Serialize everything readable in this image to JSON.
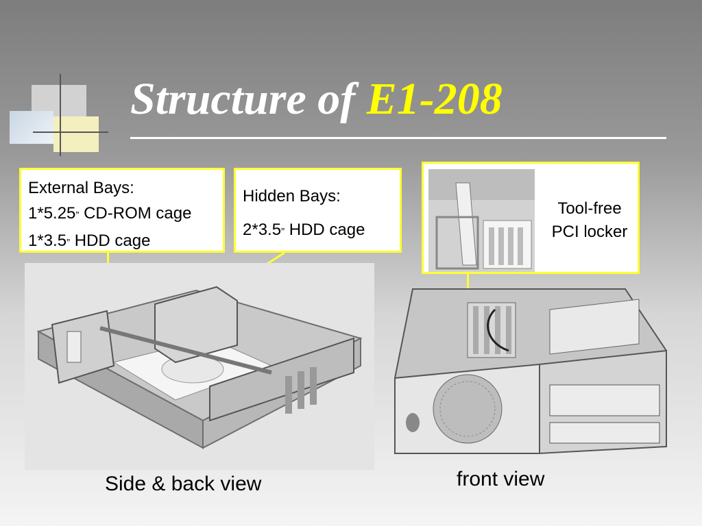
{
  "title": {
    "main": "Structure of",
    "model": "E1-208"
  },
  "external_bays": {
    "heading": "External Bays:",
    "line1_prefix": "1*5.25",
    "line1_suffix": " CD-ROM cage",
    "line2_prefix": "1*3.5",
    "line2_suffix": " HDD cage",
    "inch_mark": "”"
  },
  "hidden_bays": {
    "heading": "Hidden Bays:",
    "line1_prefix": "2*3.5",
    "line1_suffix": " HDD cage",
    "inch_mark": "”"
  },
  "pci": {
    "line1": "Tool-free",
    "line2": "PCI locker"
  },
  "captions": {
    "side": "Side & back view",
    "front": "front view"
  },
  "colors": {
    "accent": "#ffff33",
    "title": "#ffffff",
    "model": "#ffff00"
  },
  "icons": [
    "chassis-side-photo",
    "chassis-front-photo",
    "pci-locker-photo"
  ]
}
